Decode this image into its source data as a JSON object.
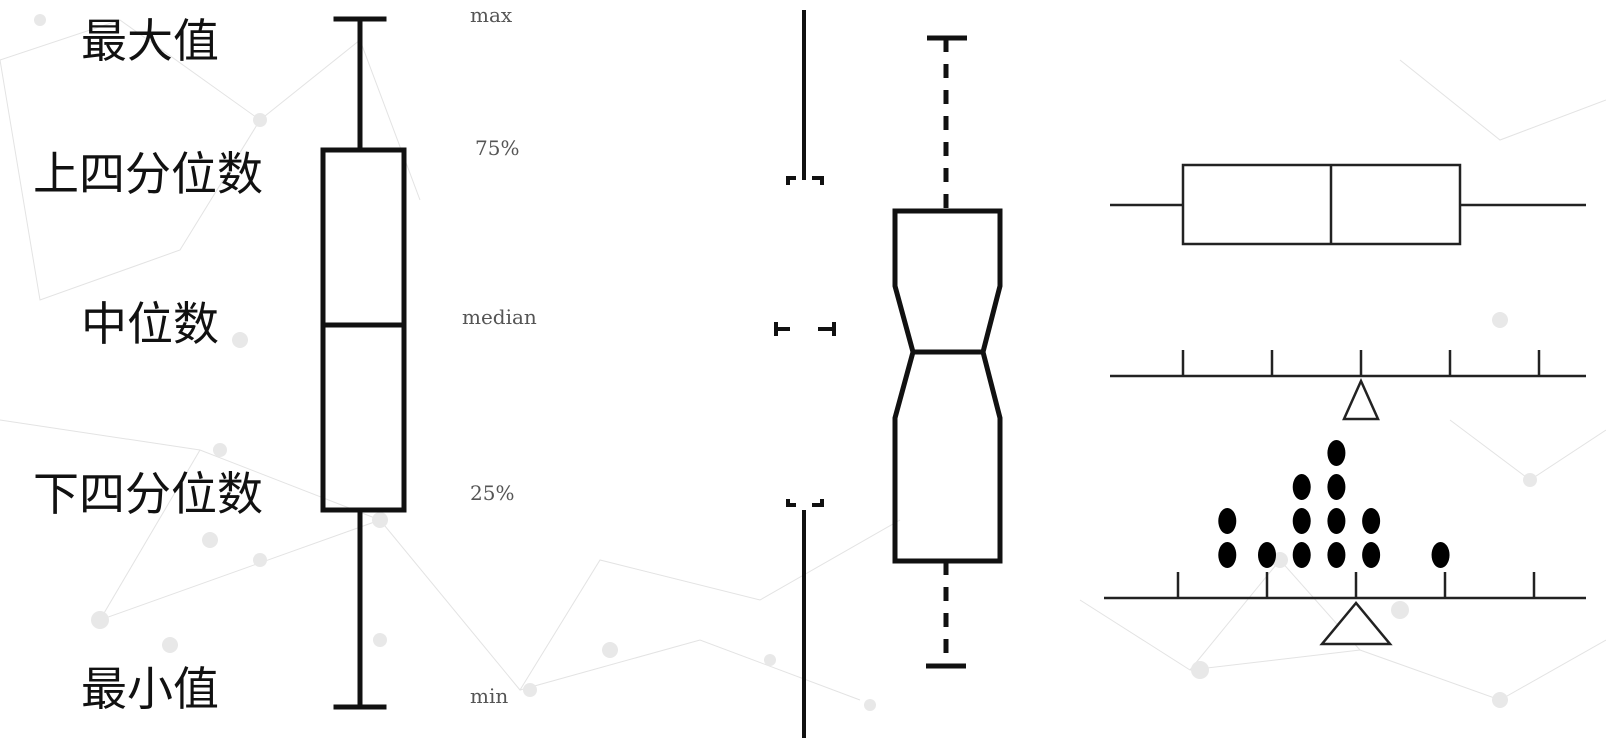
{
  "labels_cn": {
    "max": "最大值",
    "upper_quartile": "上四分位数",
    "median": "中位数",
    "lower_quartile": "下四分位数",
    "min": "最小值"
  },
  "labels_en": {
    "max": "max",
    "upper_quartile": "75%",
    "median": "median",
    "lower_quartile": "25%",
    "min": "min"
  },
  "colors": {
    "ink": "#111111",
    "background": "#ffffff",
    "network_pattern": "#dcdcdc"
  },
  "dot_plot": {
    "values": [
      1.5,
      1.5,
      2,
      2.5,
      2.5,
      2.5,
      3,
      3,
      3,
      3,
      3.5,
      3.5,
      4.5
    ],
    "axis_ticks": 5
  }
}
